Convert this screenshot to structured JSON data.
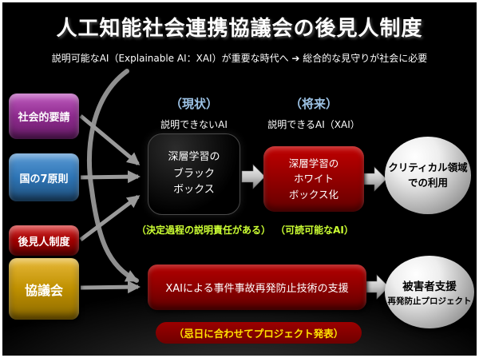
{
  "title": "人工知能社会連携協議会の後見人制度",
  "subtitle": "説明可能なAI（Explainable AI：XAI）が重要な時代へ ➔ 総合的な見守りが社会に必要",
  "left_panel": {
    "social_demand": "社会的要請",
    "national_principles": "国の7原則",
    "guardian_system": "後見人制度",
    "council": "協議会"
  },
  "headers": {
    "current": "（現状）",
    "future": "（将来）"
  },
  "captions": {
    "unexplainable": "説明できないAI",
    "explainable": "説明できるAI（XAI）"
  },
  "nodes": {
    "black_box": "深層学習の\nブラック\nボックス",
    "white_box": "深層学習の\nホワイト\nボックス化",
    "critical_sphere": "クリティカル領域\nでの利用",
    "support_bar": "XAIによる事件事故再発防止技術の支援",
    "victim_sphere_line1": "被害者支援",
    "victim_sphere_line2": "再発防止プロジェクト"
  },
  "notes": {
    "accountability": "（決定過程の説明責任がある）",
    "readable_ai": "（可読可能なAI）",
    "project_announcement": "（忌日に合わせてプロジェクト発表）"
  },
  "colors": {
    "slide_background": "#000000",
    "header_accent": "#9DC3E6",
    "note_green": "#CCFF33",
    "note_yellow": "#FFE100",
    "box_purple": "#993399",
    "box_blue": "#2E75B6",
    "box_red": "#A00000",
    "box_gold": "#BF9000",
    "panel_dark_red": "#8B0000",
    "arrow_gray": "#9A9A9A"
  }
}
